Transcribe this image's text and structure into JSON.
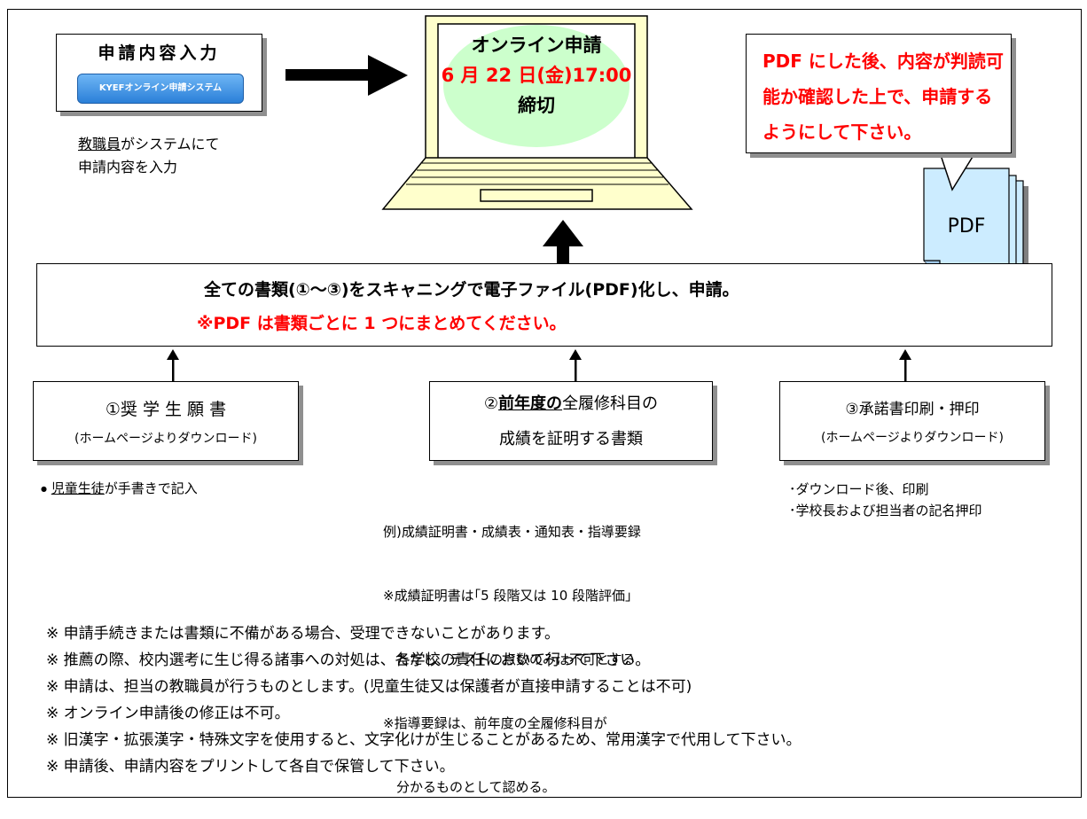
{
  "input_panel": {
    "title": "申請内容入力",
    "system_button": "KYEFオンライン申請システム",
    "caption_line1_underlined": "教職員",
    "caption_line1_rest": "がシステムにて",
    "caption_line2": "申請内容を入力"
  },
  "laptop_screen": {
    "line1": "オンライン申請",
    "line2": "6 月 22 日(金)17:00",
    "line3": "締切"
  },
  "callout": {
    "line1": "PDF にした後、内容が判読可",
    "line2": "能か確認した上で、申請する",
    "line3": "ようにして下さい。"
  },
  "pdf_stack": {
    "label": "PDF"
  },
  "main_box": {
    "line1": "全ての書類(①～③)をスキャニングで電子ファイル(PDF)化し、申請。",
    "line2": "※PDF は書類ごとに 1 つにまとめてください。"
  },
  "doc1": {
    "title": "①奨 学 生 願 書",
    "subtitle": "(ホームページよりダウンロード)",
    "note_bullet": "●",
    "note_underlined": "児童生徒",
    "note_rest": "が手書きで記入"
  },
  "doc2": {
    "title_prefix": "②",
    "title_underlined": "前年度の",
    "title_rest": "全履修科目の",
    "title_line2": "成績を証明する書類",
    "notes": [
      "例)成績証明書・成績表・通知表・指導要録",
      "※成績証明書は｢5 段階又は 10 段階評価｣",
      "　ただし、テストの点数のみは不可とする",
      "※指導要録は、前年度の全履修科目が",
      "　分かるものとして認める。"
    ]
  },
  "doc3": {
    "title": "③承諾書印刷・押印",
    "subtitle": "(ホームページよりダウンロード)",
    "notes": [
      "･ダウンロード後、印刷",
      "･学校長および担当者の記名押印"
    ]
  },
  "footnotes": [
    "※ 申請手続きまたは書類に不備がある場合、受理できないことがあります。",
    "※ 推薦の際、校内選考に生じ得る諸事への対処は、各学校の責任において行って下さい。",
    "※ 申請は、担当の教職員が行うものとします。(児童生徒又は保護者が直接申請することは不可)",
    "※ オンライン申請後の修正は不可。",
    "※ 旧漢字・拡張漢字・特殊文字を使用すると、文字化けが生じることがあるため、常用漢字で代用して下さい。",
    "※ 申請後、申請内容をプリントして各自で保管して下さい。"
  ],
  "colors": {
    "screen_bg": "#ccffcc",
    "laptop_body": "#ffffcc",
    "deadline_red": "#ff0000",
    "pdf_page": "#ccecff",
    "button_blue": "#2a7fd8"
  }
}
